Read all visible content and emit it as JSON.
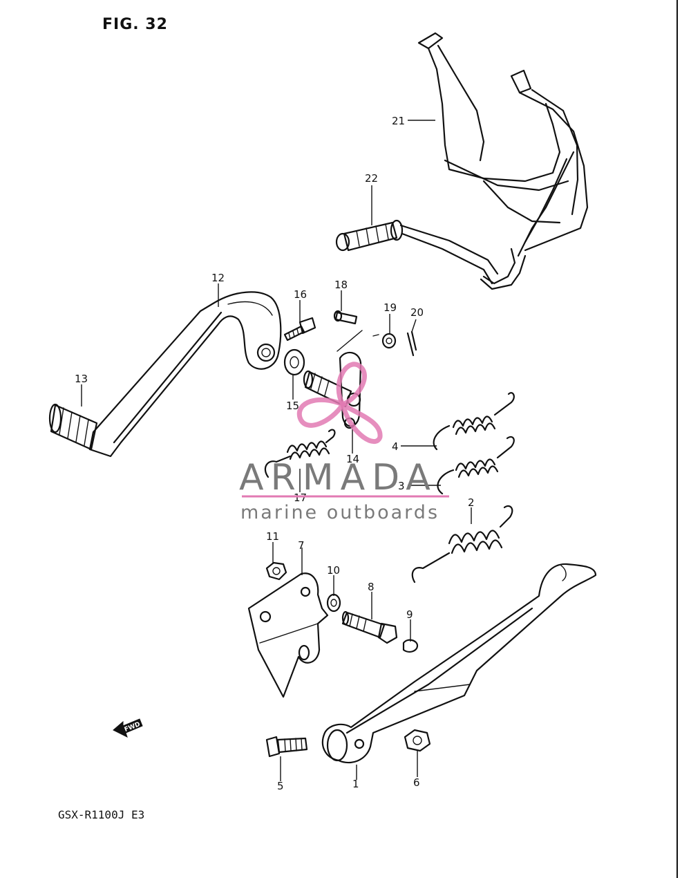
{
  "figure": {
    "title": "FIG. 32",
    "model_code": "GSX-R1100J E3",
    "fwd_label": "FWD"
  },
  "watermark": {
    "brand": "ARMADA",
    "tagline": "marine outboards",
    "accent_color": "#e27ab3",
    "text_color": "#7a7a7a"
  },
  "callouts": [
    "1",
    "2",
    "3",
    "4",
    "5",
    "6",
    "7",
    "8",
    "9",
    "10",
    "11",
    "12",
    "13",
    "14",
    "15",
    "16",
    "17",
    "18",
    "19",
    "20",
    "21",
    "22"
  ]
}
